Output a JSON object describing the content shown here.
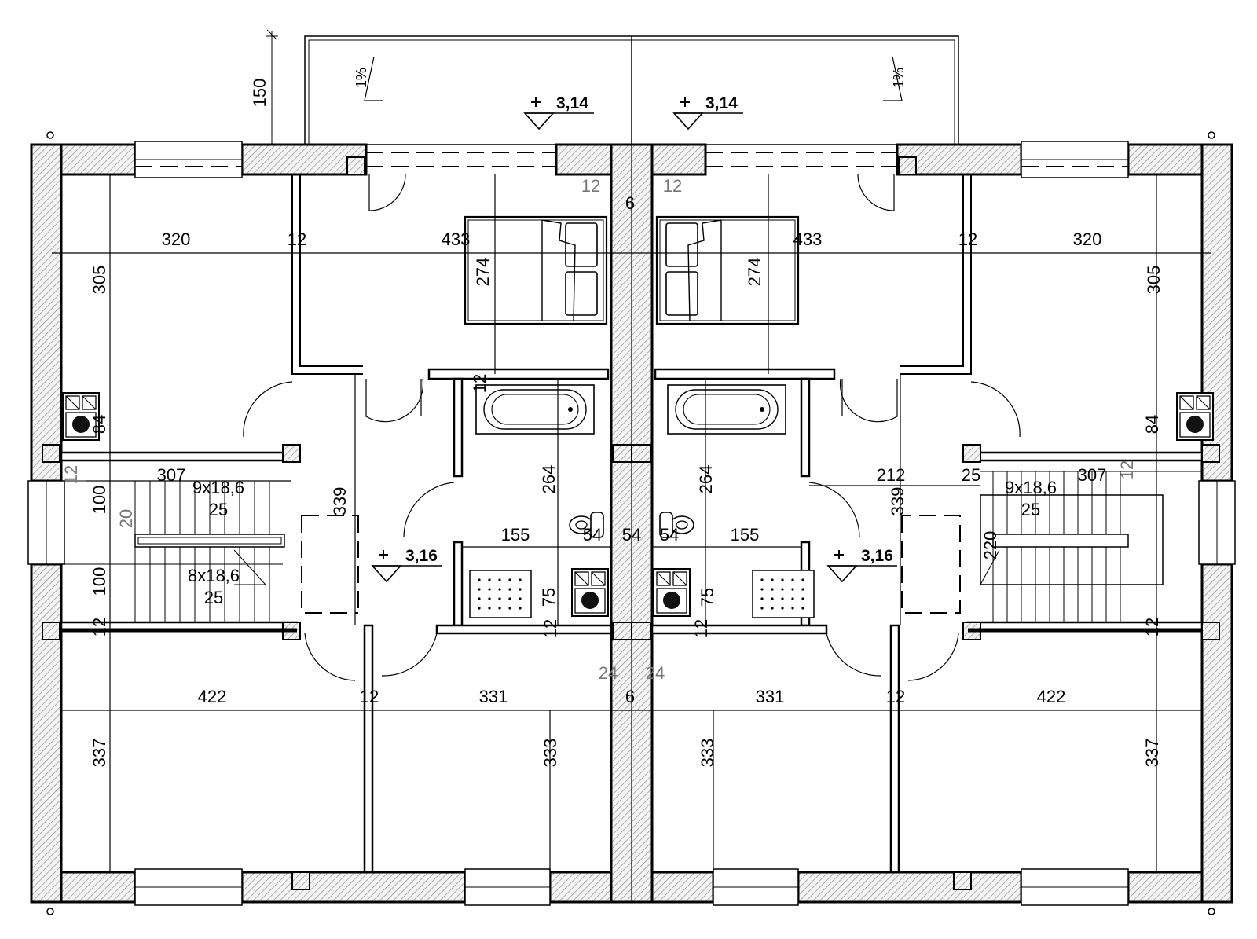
{
  "plan": {
    "levels": {
      "balcony": "3,14",
      "floor": "3,16"
    },
    "slope": "1%",
    "symbols": {
      "level_marker": "level-triangle-icon",
      "bed": "double-bed-icon",
      "bathtub": "bathtub-icon",
      "toilet": "toilet-icon",
      "chimney": "chimney-icon",
      "shower": "shower-tray-icon"
    },
    "dimensions": {
      "balcony_depth": "150",
      "room_nw_width": "320",
      "room_nw_height": "305",
      "partition_12": "12",
      "bedroom_width": "433",
      "bed_length": "274",
      "party_wall": "6",
      "stair_width": "307",
      "stair_flight_a": "9x18,6",
      "stair_tread": "25",
      "stair_landing": "100",
      "stair_gap": "20",
      "stair_flight_b": "8x18,6",
      "hall_length": "339",
      "bath_length": "264",
      "bath_width": "155",
      "wc_depth": "75",
      "toilet_spacing": "54",
      "chimney_depth": "84",
      "room_sw_width": "422",
      "room_sw_height": "337",
      "room_s_width": "331",
      "room_s_height": "333",
      "hall_width_right": "212",
      "stair_right_landing": "220",
      "wall_offset": "24",
      "stair_offset": "25"
    }
  }
}
